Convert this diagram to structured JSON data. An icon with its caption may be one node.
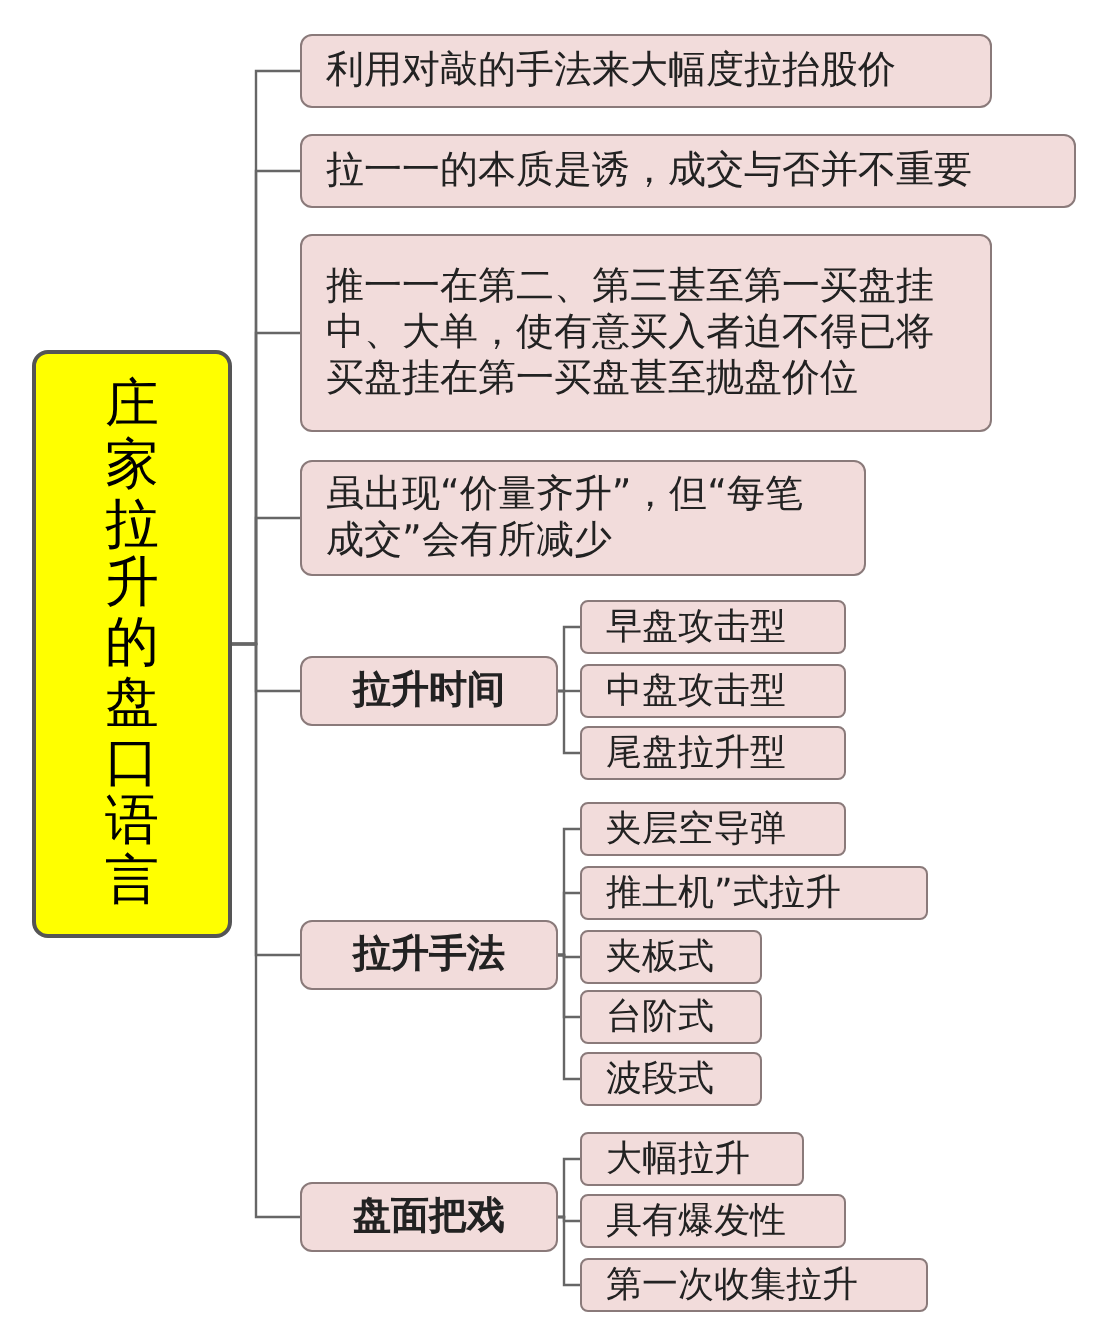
{
  "diagram": {
    "nodes": [
      {
        "text": [
          "庄家拉升的盘口语言"
        ]
      },
      {
        "text": [
          "利用对敲的手法来大幅度拉抬股价"
        ]
      },
      {
        "text": [
          "拉一一的本质是诱，成交与否并不重要"
        ]
      },
      {
        "text": [
          "推一一在第二、第三甚至第一买盘挂中、大单，使有意买入者迫不得已将买盘挂在第一买盘甚至抛盘价位"
        ]
      },
      {
        "text": [
          "虽出现“价量齐升”，但“每笔成交”会有所减少"
        ]
      },
      {
        "text": [
          "拉升时间"
        ]
      },
      {
        "text": [
          "早盘攻击型"
        ]
      },
      {
        "text": [
          "中盘攻击型"
        ]
      },
      {
        "text": [
          "尾盘拉升型"
        ]
      },
      {
        "text": [
          "拉升手法"
        ]
      },
      {
        "text": [
          "夹层空导弹"
        ]
      },
      {
        "text": [
          "推土机”式拉升"
        ]
      },
      {
        "text": [
          "夹板式"
        ]
      },
      {
        "text": [
          "台阶式"
        ]
      },
      {
        "text": [
          "波段式"
        ]
      },
      {
        "text": [
          "盘面把戏"
        ]
      },
      {
        "text": [
          "大幅拉升"
        ]
      },
      {
        "text": [
          "具有爆发性"
        ]
      },
      {
        "text": [
          "第一次收集拉升"
        ]
      }
    ],
    "edges": [
      {
        "from": 0,
        "to": 1,
        "arrow": "none"
      },
      {
        "from": 0,
        "to": 2,
        "arrow": "none"
      },
      {
        "from": 0,
        "to": 3,
        "arrow": "none"
      },
      {
        "from": 0,
        "to": 4,
        "arrow": "none"
      },
      {
        "from": 0,
        "to": 5,
        "arrow": "none"
      },
      {
        "from": 0,
        "to": 9,
        "arrow": "none"
      },
      {
        "from": 0,
        "to": 15,
        "arrow": "none"
      },
      {
        "from": 5,
        "to": 6,
        "arrow": "none"
      },
      {
        "from": 5,
        "to": 7,
        "arrow": "none"
      },
      {
        "from": 5,
        "to": 8,
        "arrow": "none"
      },
      {
        "from": 9,
        "to": 10,
        "arrow": "none"
      },
      {
        "from": 9,
        "to": 11,
        "arrow": "none"
      },
      {
        "from": 9,
        "to": 12,
        "arrow": "none"
      },
      {
        "from": 9,
        "to": 13,
        "arrow": "none"
      },
      {
        "from": 9,
        "to": 14,
        "arrow": "none"
      },
      {
        "from": 15,
        "to": 16,
        "arrow": "none"
      },
      {
        "from": 15,
        "to": 17,
        "arrow": "none"
      },
      {
        "from": 15,
        "to": 18,
        "arrow": "none"
      }
    ]
  }
}
